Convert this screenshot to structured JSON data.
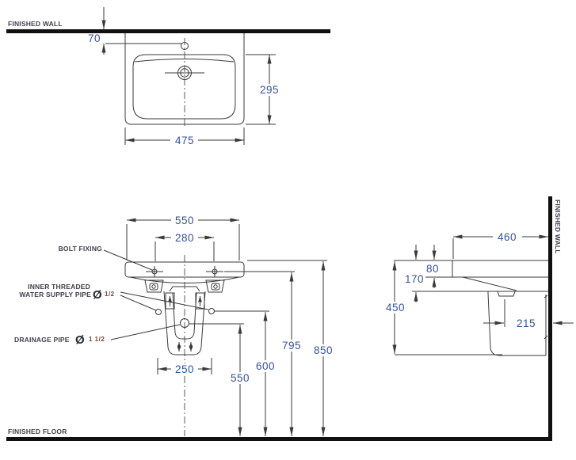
{
  "colors": {
    "dimension_text": "#35519f",
    "label_text": "#41414c",
    "fraction_text": "#7d4038",
    "line": "#3a3a3a",
    "wall_floor": "#101010"
  },
  "top_view": {
    "finished_wall": "FINISHED WALL",
    "dims": {
      "wall_to_tap_hole": "70",
      "bowl_depth": "295",
      "bowl_width": "475"
    }
  },
  "front_view": {
    "labels": {
      "bolt_fixing": "BOLT FIXING",
      "supply_line1": "INNER THREADED",
      "supply_line2": "WATER SUPPLY PIPE",
      "supply_diameter_symbol": "Ø",
      "supply_size": "1/2",
      "drainage": "DRAINAGE PIPE",
      "drainage_diameter_symbol": "Ø",
      "drainage_size": "1 1/2"
    },
    "dims": {
      "overall_width": "550",
      "tap_hole_centers": "280",
      "pedestal_base_width": "250",
      "drain_height": "550",
      "supply_height": "600",
      "bolt_height": "795",
      "rim_height": "850"
    }
  },
  "side_view": {
    "finished_wall": "FINISHED WALL",
    "dims": {
      "depth_from_wall": "460",
      "rim_thickness": "80",
      "apron_depth": "170",
      "rim_to_pedestal_bottom": "450",
      "drain_to_wall": "215"
    }
  },
  "floor": {
    "finished_floor": "FINISHED FLOOR"
  }
}
